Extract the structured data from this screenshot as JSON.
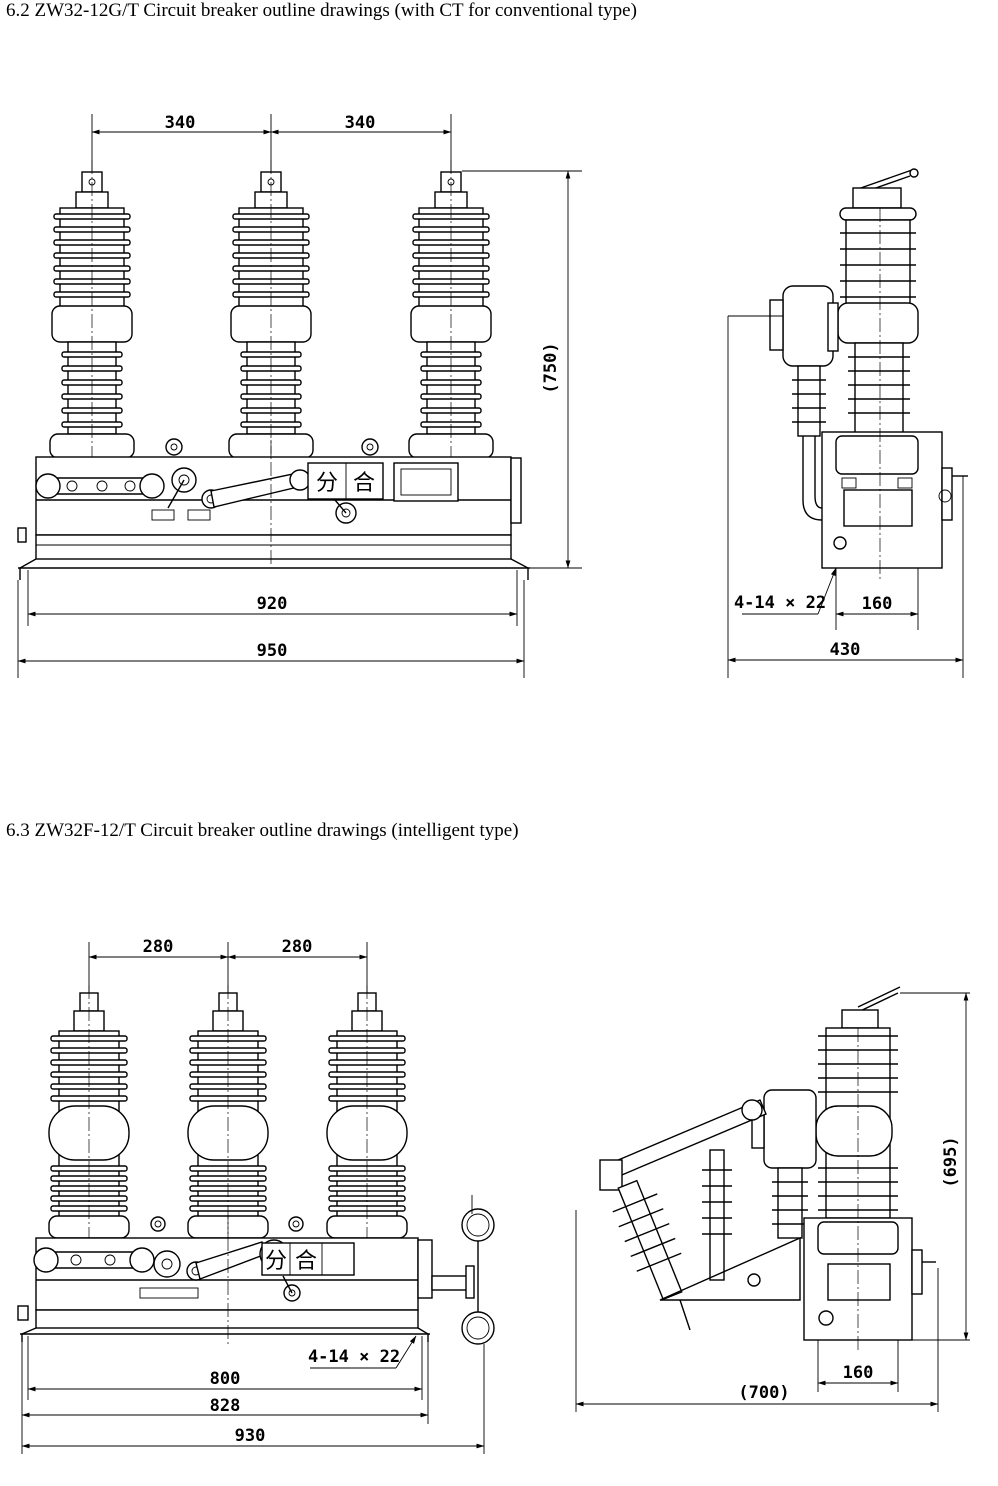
{
  "headings": {
    "section_6_2": "6.2 ZW32-12G/T Circuit breaker outline drawings (with CT for conventional type)",
    "section_6_3": "6.3 ZW32F-12/T Circuit breaker outline drawings (intelligent type)"
  },
  "drawing_6_2": {
    "front_view": {
      "pole_spacing_left": "340",
      "pole_spacing_right": "340",
      "height": "(750)",
      "mounting_width": "920",
      "overall_width": "950",
      "panel_label_open": "分",
      "panel_label_close": "合"
    },
    "side_view": {
      "mounting_holes": "4-14 × 22",
      "hole_spacing": "160",
      "overall_depth": "430"
    }
  },
  "drawing_6_3": {
    "front_view": {
      "pole_spacing_left": "280",
      "pole_spacing_right": "280",
      "mounting_holes": "4-14 × 22",
      "mounting_width": "800",
      "frame_width": "828",
      "overall_width": "930",
      "panel_label_open": "分",
      "panel_label_close": "合"
    },
    "side_view": {
      "height": "(695)",
      "hole_spacing": "160",
      "overall_depth": "(700)"
    }
  }
}
